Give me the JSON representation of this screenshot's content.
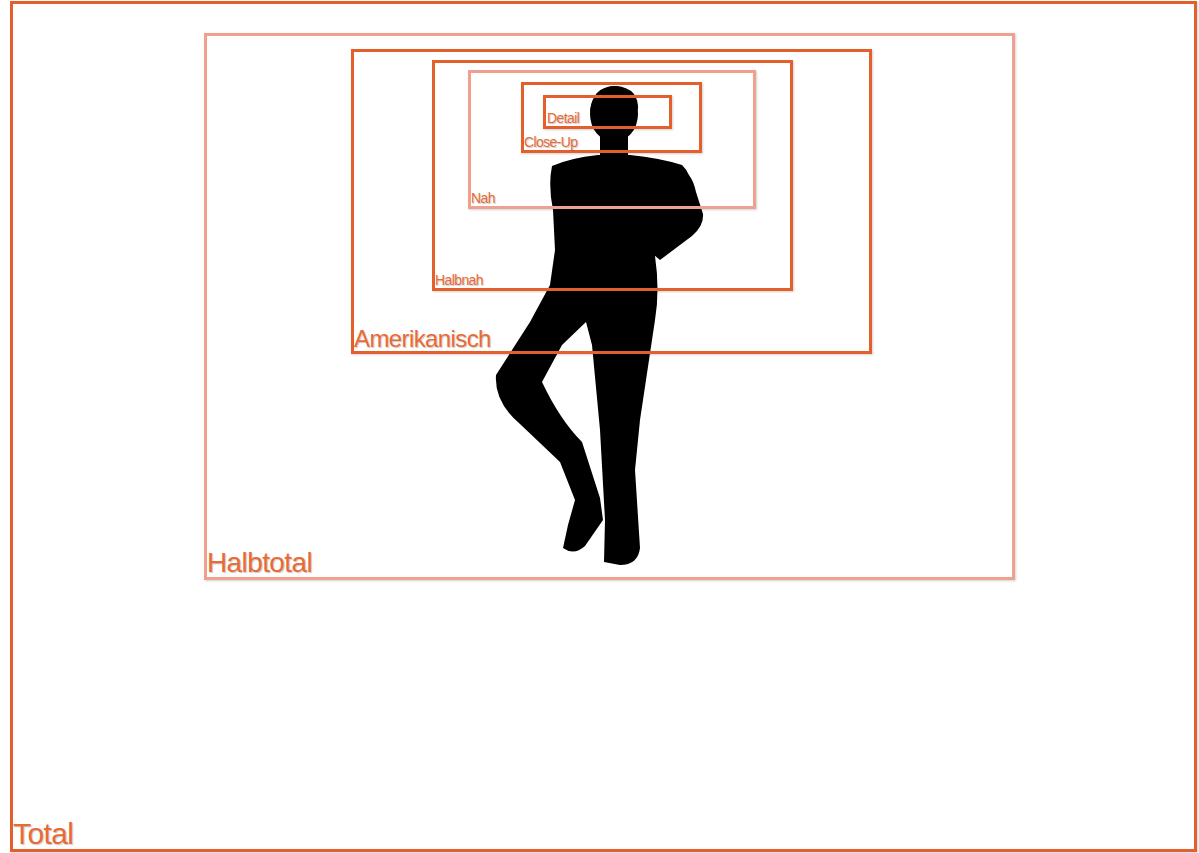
{
  "diagram": {
    "nodes": [
      {
        "text": [
          "Total"
        ]
      },
      {
        "text": [
          "Halbtotal"
        ],
        "in": 0
      },
      {
        "text": [
          "Amerikanisch"
        ],
        "in": 1
      },
      {
        "text": [
          "Halbnah"
        ],
        "in": 2
      },
      {
        "text": [
          "Nah"
        ],
        "in": 3
      },
      {
        "text": [
          "Close-Up"
        ],
        "in": 4
      },
      {
        "text": [
          "Detail"
        ],
        "in": 5
      }
    ]
  }
}
